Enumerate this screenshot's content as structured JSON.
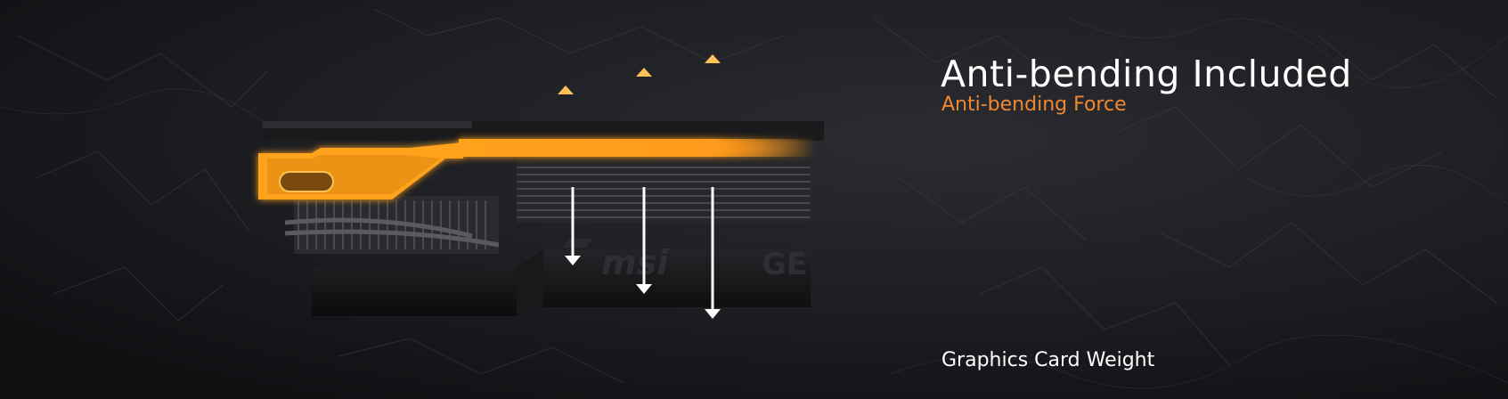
{
  "section": {
    "title": "Anti-bending Included",
    "force_label": "Anti-bending Force",
    "weight_label": "Graphics Card Weight"
  },
  "image": {
    "brand_mark": "msi",
    "model_text_partial": "GE"
  },
  "colors": {
    "background": "#16171a",
    "accent": "#f0892e",
    "bracket_glow": "#ffa21f",
    "text": "#ffffff",
    "down_arrows": "#ffffff"
  }
}
